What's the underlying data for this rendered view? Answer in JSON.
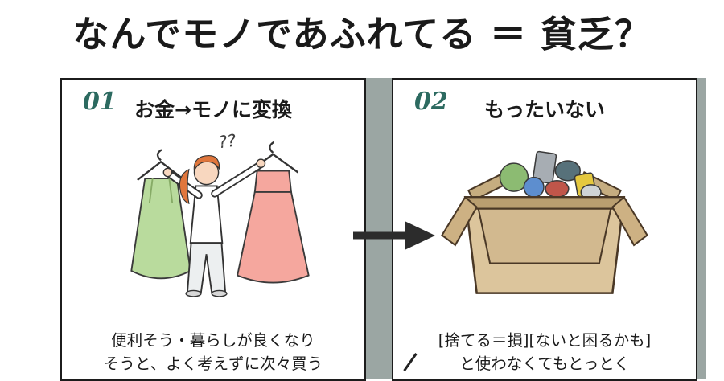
{
  "title": "なんでモノであふれてる ＝ 貧乏？",
  "colors": {
    "band_background": "#9ba6a3",
    "panel_background": "#ffffff",
    "panel_border": "#1c1c1c",
    "number_accent": "#2c6a60",
    "text": "#1a1a1a",
    "arrow": "#2c2c2c",
    "dress_green": "#b9db9d",
    "dress_pink": "#f5a79e",
    "hair_orange": "#e0763c",
    "cardboard": "#dcc59c"
  },
  "panels": [
    {
      "number": "01",
      "heading": "お金→モノに変換",
      "caption_line1": "便利そう・暮らしが良くなり",
      "caption_line2": "そうと、よく考えずに次々買う",
      "annotation": "??",
      "illustration": "woman-comparing-dresses-icon"
    },
    {
      "number": "02",
      "heading": "もったいない",
      "caption_line1": "[捨てる＝損][ないと困るかも]",
      "caption_line2": "と使わなくてもとっとく",
      "illustration": "cardboard-box-icon"
    }
  ],
  "arrow_icon": "right-arrow-icon"
}
